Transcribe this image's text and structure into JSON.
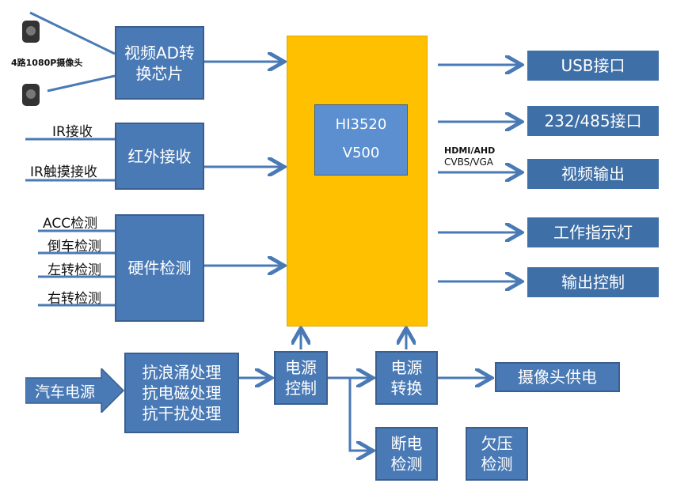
{
  "camera": {
    "label": "4路1080P摄像头"
  },
  "left": {
    "video_ad": [
      "视频AD转",
      "换芯片"
    ],
    "ir_block": "红外接收",
    "ir_receive": "IR接收",
    "ir_touch": "IR触摸接收",
    "hardware": "硬件检测",
    "acc": "ACC检测",
    "reverse": "倒车检测",
    "left_turn": "左转检测",
    "right_turn": "右转检测"
  },
  "chip": {
    "line1": "HI3520",
    "line2": "V500"
  },
  "right": {
    "usb": "USB接口",
    "rs": "232/485接口",
    "video_out_caption": [
      "HDMI/AHD",
      "CVBS/VGA"
    ],
    "video_out": "视频输出",
    "indicator": "工作指示灯",
    "output_ctrl": "输出控制"
  },
  "bottom": {
    "car_power": "汽车电源",
    "protection": [
      "抗浪涌处理",
      "抗电磁处理",
      "抗干扰处理"
    ],
    "power_ctrl": [
      "电源",
      "控制"
    ],
    "power_conv": [
      "电源",
      "转换"
    ],
    "camera_power": "摄像头供电",
    "power_off": [
      "断电",
      "检测"
    ],
    "undervolt": [
      "欠压",
      "检测"
    ]
  },
  "colors": {
    "box": "#4a7ab5",
    "soc": "#ffc000",
    "chip": "#5b8fd0",
    "arrow": "#4a7ab5"
  }
}
